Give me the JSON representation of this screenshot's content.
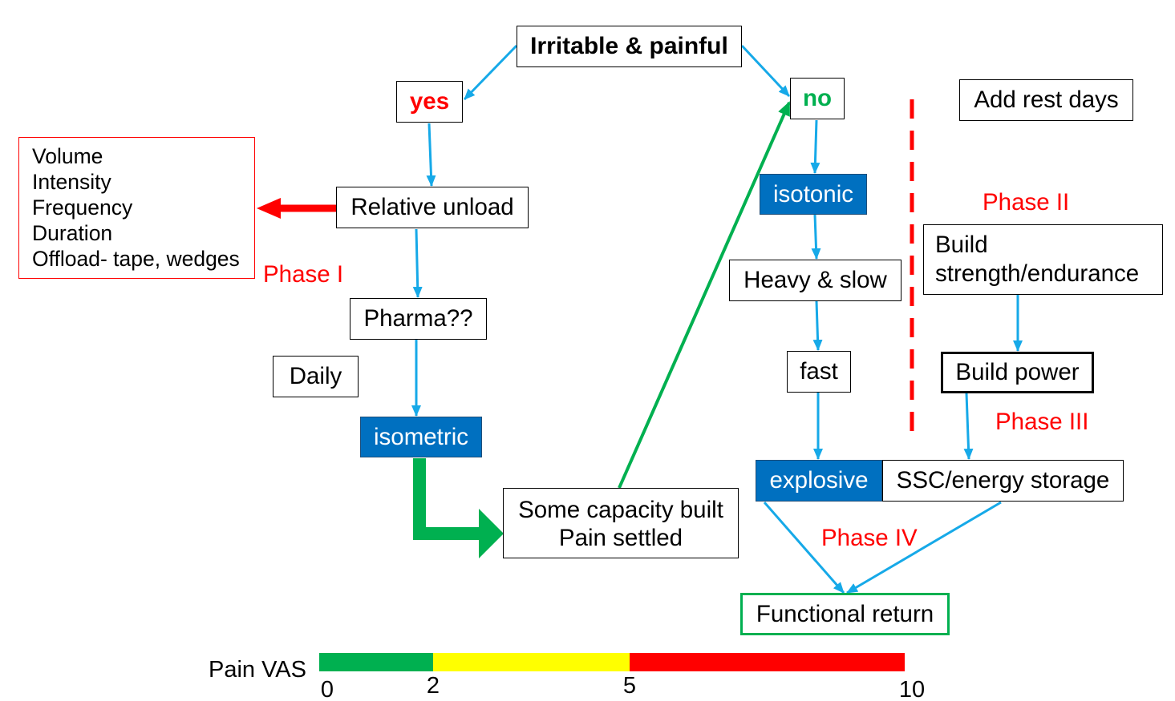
{
  "flowchart": {
    "start": "Irritable & painful",
    "yes": "yes",
    "no": "no",
    "add_rest_days": "Add rest days",
    "load_factors": [
      "Volume",
      "Intensity",
      "Frequency",
      "Duration",
      "Offload- tape, wedges"
    ],
    "relative_unload": "Relative unload",
    "pharma": "Pharma??",
    "daily": "Daily",
    "isometric": "isometric",
    "capacity": [
      "Some capacity built",
      "Pain settled"
    ],
    "isotonic": "isotonic",
    "heavy_slow": "Heavy & slow",
    "fast": "fast",
    "explosive": "explosive",
    "ssc": "SSC/energy storage",
    "build_strength": [
      "Build",
      "strength/endurance"
    ],
    "build_power": "Build power",
    "functional_return": "Functional return"
  },
  "phases": [
    "Phase I",
    "Phase II",
    "Phase III",
    "Phase IV"
  ],
  "pain_scale": {
    "label": "Pain VAS",
    "ticks": [
      "0",
      "2",
      "5",
      "10"
    ],
    "bands": [
      {
        "from": 0,
        "to": 2,
        "color": "#00b050"
      },
      {
        "from": 2,
        "to": 5,
        "color": "#ffff00"
      },
      {
        "from": 5,
        "to": 10,
        "color": "#ff0000"
      }
    ]
  },
  "colors": {
    "arrow": "#16a9e8",
    "phase_text": "#ff0000",
    "yes_text": "#ff0000",
    "no_text": "#00b050",
    "exercise_box": "#0070c0",
    "progress_green": "#00b050",
    "unload_red": "#ff0000",
    "divider": "#ff0000"
  }
}
